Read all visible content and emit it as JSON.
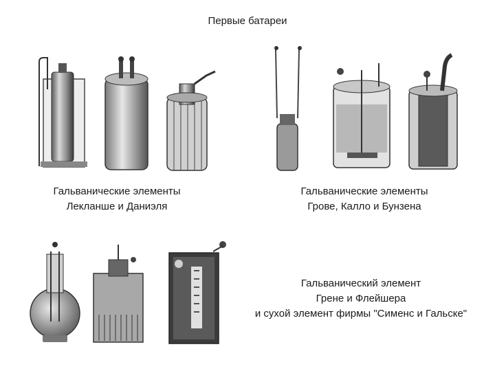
{
  "title": "Первые батареи",
  "captions": {
    "c1": {
      "line1": "Гальванические элементы",
      "line2": "Лекланше и Даниэля"
    },
    "c2": {
      "line1": "Гальванические элементы",
      "line2": "Грове, Калло и Бунзена"
    },
    "c3": {
      "line1": "Гальванический элемент",
      "line2": "Грене и Флейшера",
      "line3": "и сухой элемент фирмы \"Сименс и Гальске\""
    }
  }
}
